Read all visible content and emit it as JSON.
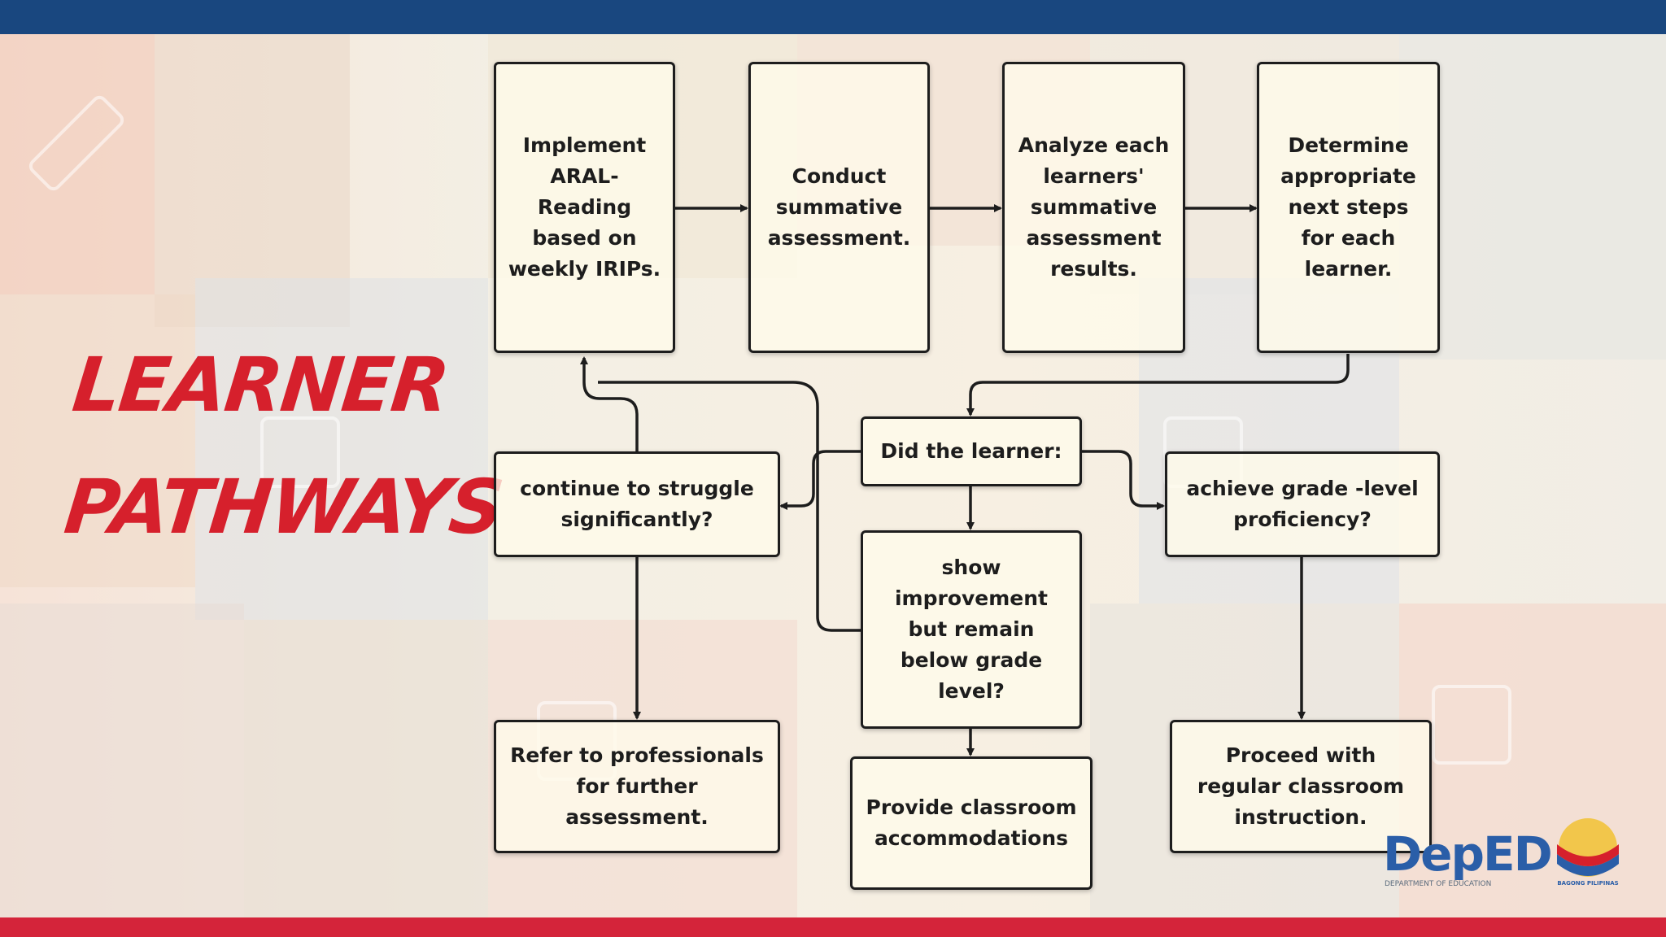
{
  "title": {
    "line1": "LEARNER",
    "line2": "PATHWAYS"
  },
  "nodes": {
    "implement": "Implement ARAL-Reading based on weekly IRIPs.",
    "conduct": "Conduct summative assessment.",
    "analyze": "Analyze each learners' summative assessment results.",
    "determine": "Determine appropriate next steps for each learner.",
    "did_learner": "Did the learner:",
    "struggle": "continue to struggle significantly?",
    "achieve": "achieve grade -level proficiency?",
    "improvement": "show improvement but remain below grade level?",
    "refer": "Refer to professionals for further assessment.",
    "accommodations": "Provide classroom accommodations",
    "proceed": "Proceed with regular classroom instruction."
  },
  "logos": {
    "deped": "DepED",
    "deped_sub": "DEPARTMENT OF EDUCATION",
    "seal_text": "BAGONG PILIPINAS"
  },
  "colors": {
    "top_bar": "#19477f",
    "bottom_bar": "#d4243a",
    "title": "#d6202c",
    "box_border": "#1d1d1d"
  }
}
